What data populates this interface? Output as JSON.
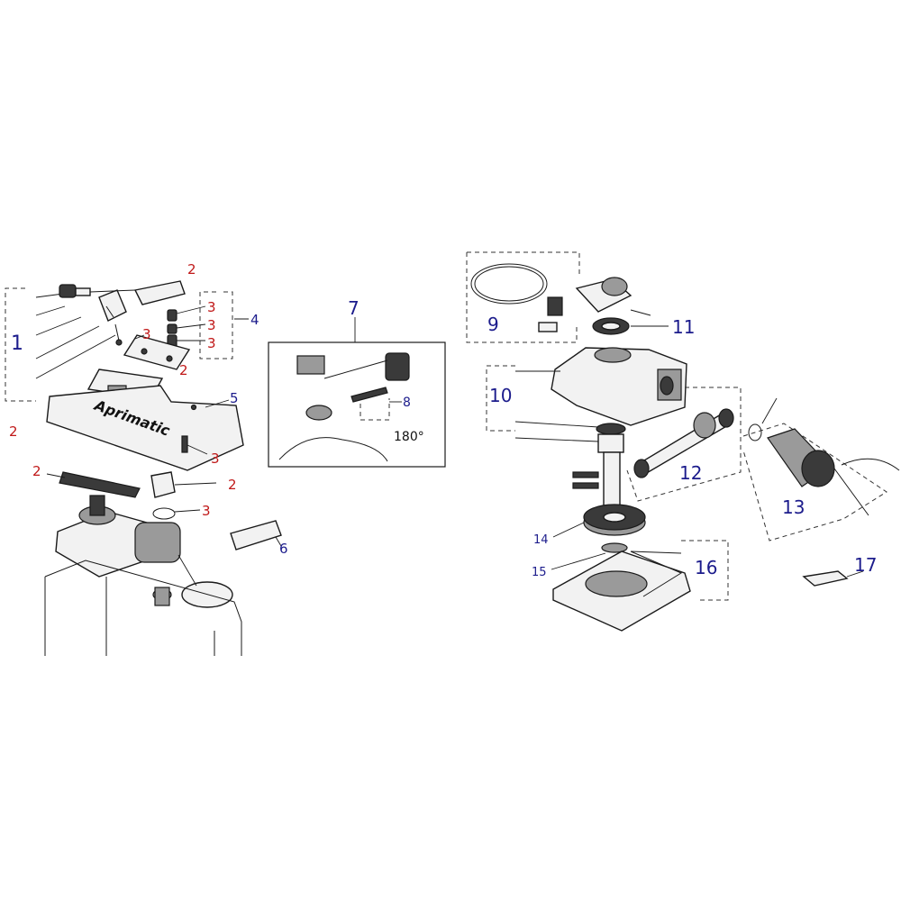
{
  "diagram": {
    "callouts": [
      {
        "id": "c1",
        "text": "1",
        "color": "#1c1c8c"
      },
      {
        "id": "c2a",
        "text": "2",
        "color": "#c01818"
      },
      {
        "id": "c2b",
        "text": "2",
        "color": "#c01818"
      },
      {
        "id": "c2c",
        "text": "2",
        "color": "#c01818"
      },
      {
        "id": "c2d",
        "text": "2",
        "color": "#c01818"
      },
      {
        "id": "c2e",
        "text": "2",
        "color": "#c01818"
      },
      {
        "id": "c3a",
        "text": "3",
        "color": "#c01818"
      },
      {
        "id": "c3b",
        "text": "3",
        "color": "#c01818"
      },
      {
        "id": "c3c",
        "text": "3",
        "color": "#c01818"
      },
      {
        "id": "c3d",
        "text": "3",
        "color": "#c01818"
      },
      {
        "id": "c3e",
        "text": "3",
        "color": "#c01818"
      },
      {
        "id": "c3f",
        "text": "3",
        "color": "#c01818"
      },
      {
        "id": "c4",
        "text": "4",
        "color": "#1c1c8c"
      },
      {
        "id": "c5",
        "text": "5",
        "color": "#1c1c8c"
      },
      {
        "id": "c6",
        "text": "6",
        "color": "#1c1c8c"
      },
      {
        "id": "c7",
        "text": "7",
        "color": "#1c1c8c"
      },
      {
        "id": "c8",
        "text": "8",
        "color": "#1c1c8c"
      },
      {
        "id": "c9",
        "text": "9",
        "color": "#1c1c8c"
      },
      {
        "id": "c10",
        "text": "10",
        "color": "#1c1c8c"
      },
      {
        "id": "c11",
        "text": "11",
        "color": "#1c1c8c"
      },
      {
        "id": "c12",
        "text": "12",
        "color": "#1c1c8c"
      },
      {
        "id": "c13",
        "text": "13",
        "color": "#1c1c8c"
      },
      {
        "id": "c14",
        "text": "14",
        "color": "#1c1c8c"
      },
      {
        "id": "c15",
        "text": "15",
        "color": "#1c1c8c"
      },
      {
        "id": "c16",
        "text": "16",
        "color": "#1c1c8c"
      },
      {
        "id": "c17",
        "text": "17",
        "color": "#1c1c8c"
      }
    ],
    "rotation_note": "180°",
    "cover_logo": "Aprimatic"
  }
}
